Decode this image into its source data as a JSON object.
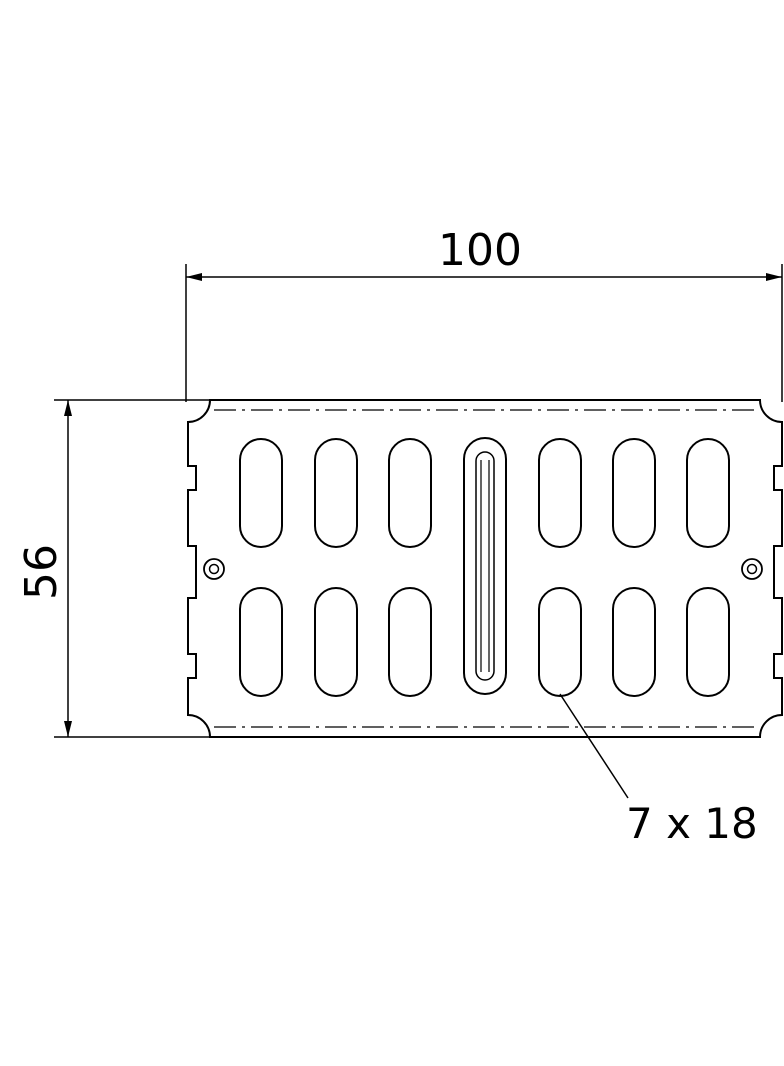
{
  "drawing": {
    "width_dimension": "100",
    "height_dimension": "56",
    "slot_callout": "7 x 18",
    "line_color": "#000000",
    "background_color": "#ffffff",
    "slots": {
      "columns": 7,
      "rows": 2,
      "center_column_is_rib": true
    },
    "mounting_holes": 2
  }
}
